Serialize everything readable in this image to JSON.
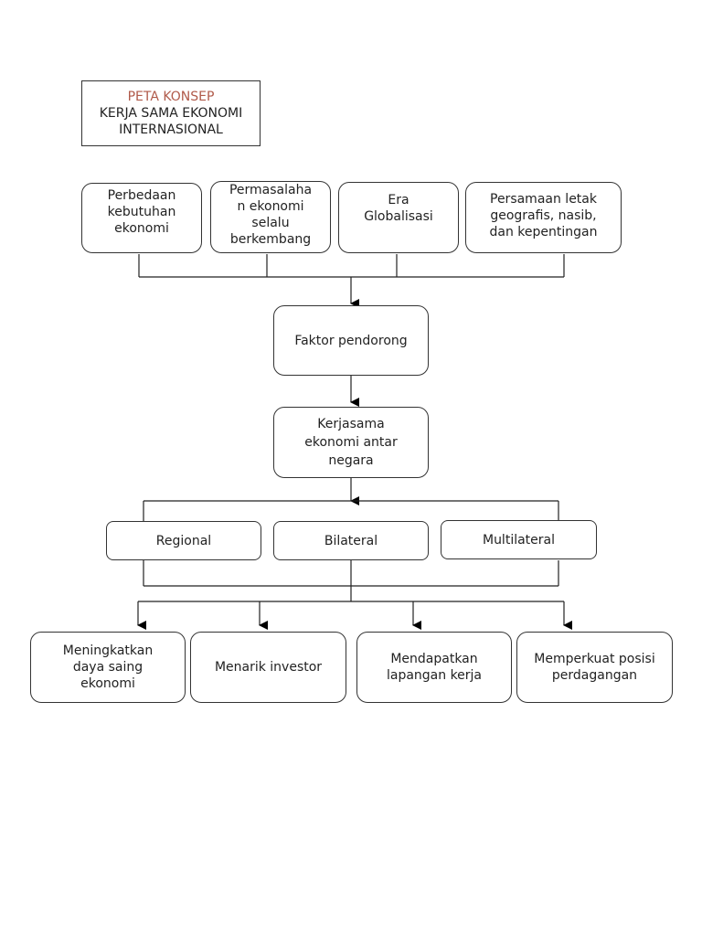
{
  "title": {
    "line1": "PETA KONSEP",
    "line2": "KERJA SAMA EKONOMI",
    "line3": "INTERNASIONAL"
  },
  "causes": [
    {
      "label": "Perbedaan\nkebutuhan\nekonomi"
    },
    {
      "label": "Permasalaha\nn ekonomi\nselalu\nberkembang"
    },
    {
      "label": "Era\nGlobalisasi"
    },
    {
      "label": "Persamaan letak\ngeografis, nasib,\ndan kepentingan"
    }
  ],
  "driver": {
    "label": "Faktor pendorong"
  },
  "cooperation": {
    "label": "Kerjasama\nekonomi antar\nnegara"
  },
  "types": [
    {
      "label": "Regional"
    },
    {
      "label": "Bilateral"
    },
    {
      "label": "Multilateral"
    }
  ],
  "benefits": [
    {
      "label": "Meningkatkan\ndaya saing\nekonomi"
    },
    {
      "label": "Menarik investor"
    },
    {
      "label": "Mendapatkan\nlapangan kerja"
    },
    {
      "label": "Memperkuat posisi\nperdagangan"
    }
  ]
}
